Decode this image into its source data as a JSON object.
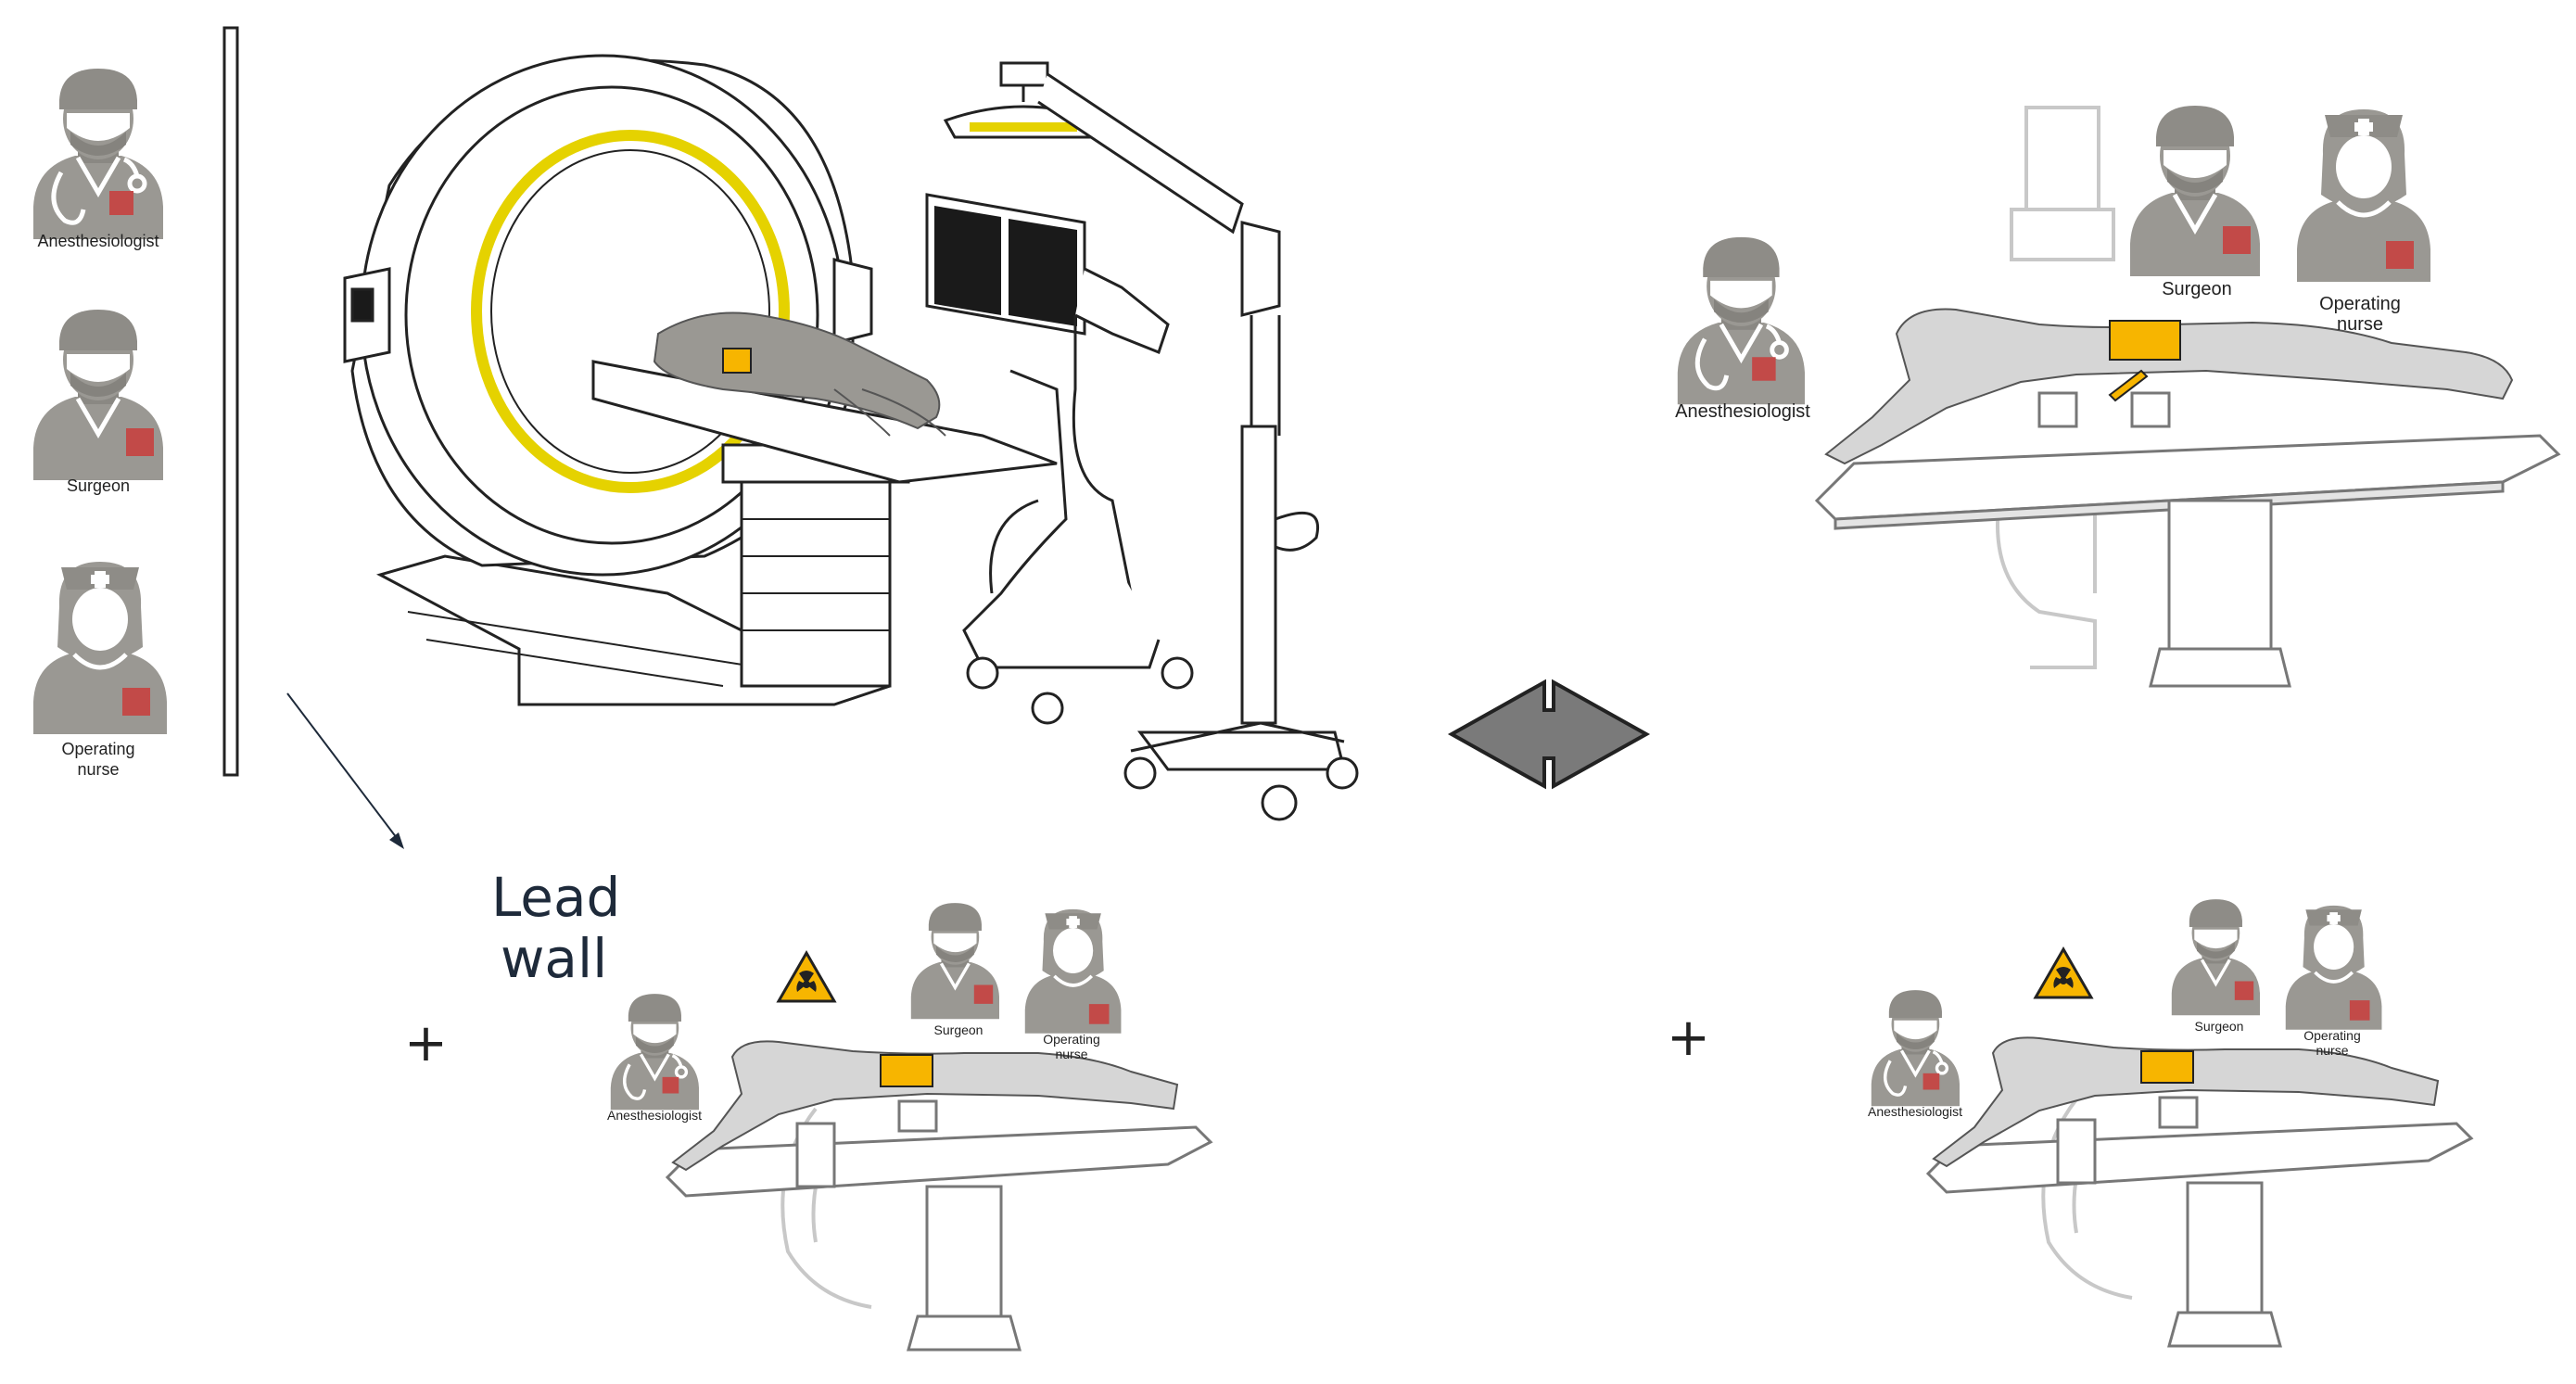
{
  "roles": {
    "anesthesiologist": "Anesthesiologist",
    "surgeon": "Surgeon",
    "operating_nurse_line1": "Operating",
    "operating_nurse_line2": "nurse"
  },
  "lead_wall": {
    "line1": "Lead",
    "line2": "wall"
  },
  "symbols": {
    "plus": "+"
  },
  "colors": {
    "staff_gray": "#9a9893",
    "badge_red": "#c24a48",
    "target_orange": "#f7b500",
    "ring_yellow": "#e5d200",
    "arrow_gray": "#7a7a7a",
    "monitor_dark": "#1a1a1a",
    "arrow_navy": "#1e2a3a"
  },
  "icons": [
    "doctor-icon",
    "nurse-icon",
    "radiation-warning-icon",
    "double-arrow-icon",
    "ct-scanner-icon",
    "operating-table-icon"
  ]
}
